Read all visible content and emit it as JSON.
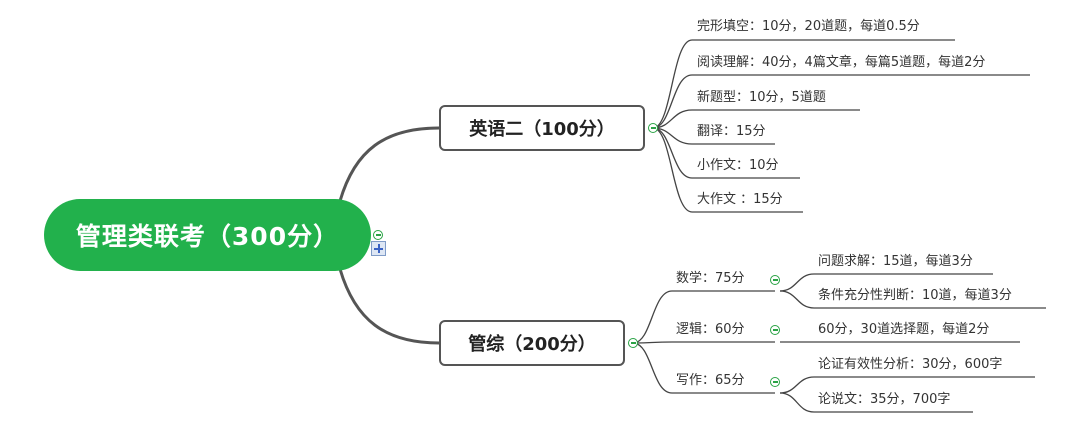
{
  "root": {
    "label": "管理类联考（300分）"
  },
  "branches": [
    {
      "label": "英语二（100分）",
      "leaves": [
        "完形填空：10分，20道题，每道0.5分",
        "阅读理解：40分，4篇文章，每篇5道题，每道2分",
        "新题型：10分，5道题",
        "翻译：15分",
        "小作文：10分",
        "大作文 ：15分"
      ]
    },
    {
      "label": "管综（200分）",
      "subs": [
        {
          "label": "数学：75分",
          "leaves": [
            "问题求解：15道，每道3分",
            "条件充分性判断：10道，每道3分"
          ]
        },
        {
          "label": "逻辑：60分",
          "leaves": [
            "60分，30道选择题，每道2分"
          ]
        },
        {
          "label": "写作：65分",
          "leaves": [
            "论证有效性分析：30分，600字",
            "论说文：35分，700字"
          ]
        }
      ]
    }
  ],
  "colors": {
    "root_fill": "#22b14c",
    "line": "#555555",
    "leaf_line": "#444444",
    "toggle": "#2aa345"
  }
}
